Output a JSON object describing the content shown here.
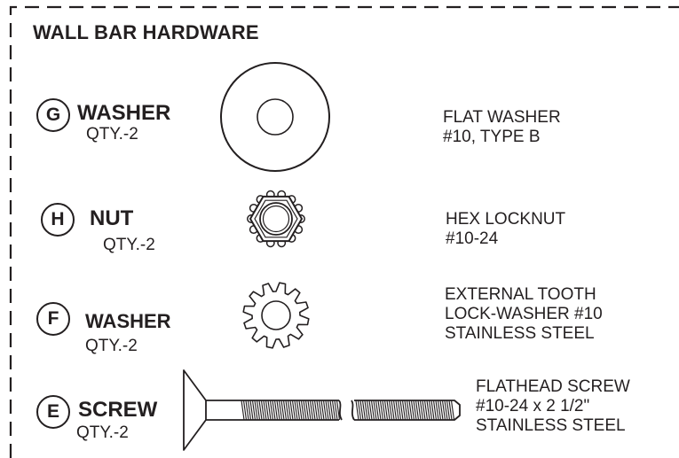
{
  "title": "WALL BAR HARDWARE",
  "parts": [
    {
      "letter": "G",
      "name": "WASHER",
      "qty": "QTY.-2",
      "description": [
        "FLAT WASHER",
        "#10, TYPE B"
      ],
      "icon": "flat-washer-icon"
    },
    {
      "letter": "H",
      "name": "NUT",
      "qty": "QTY.-2",
      "description": [
        "HEX LOCKNUT",
        "#10-24"
      ],
      "icon": "hex-locknut-icon"
    },
    {
      "letter": "F",
      "name": "WASHER",
      "qty": "QTY.-2",
      "description": [
        "EXTERNAL TOOTH",
        "LOCK-WASHER #10",
        "STAINLESS STEEL"
      ],
      "icon": "tooth-lock-washer-icon"
    },
    {
      "letter": "E",
      "name": "SCREW",
      "qty": "QTY.-2",
      "description": [
        "FLATHEAD SCREW",
        "#10-24 x 2 1/2\"",
        "STAINLESS STEEL"
      ],
      "icon": "flathead-screw-icon"
    }
  ],
  "colors": {
    "ink": "#231f20",
    "background": "#ffffff"
  }
}
